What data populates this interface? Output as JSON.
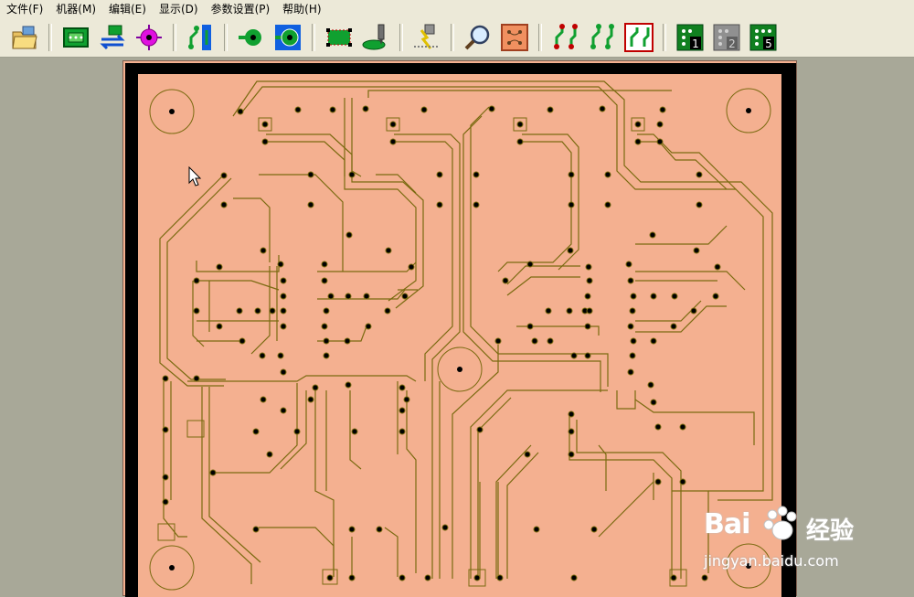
{
  "menu": {
    "items": [
      {
        "label": "文件(F)"
      },
      {
        "label": "机器(M)"
      },
      {
        "label": "编辑(E)"
      },
      {
        "label": "显示(D)"
      },
      {
        "label": "参数设置(P)"
      },
      {
        "label": "帮助(H)"
      }
    ]
  },
  "toolbar": {
    "icons": [
      "open-folder-icon",
      "pcb-board-icon",
      "swap-arrows-icon",
      "pad-target-icon",
      "trace-route-icon",
      "drill-hole-icon",
      "isolate-pad-icon",
      "board-outline-icon",
      "mill-cut-icon",
      "laser-icon",
      "zoom-icon",
      "board-view-icon",
      "layer-top-icon",
      "layer-bottom-icon",
      "layer-both-icon",
      "step-1-icon",
      "step-2-icon",
      "step-5-icon"
    ],
    "step_labels": [
      "1",
      "2",
      "5"
    ]
  },
  "colors": {
    "board": "#f4b090",
    "trace": "#7a6a10",
    "hole": "#000000",
    "frame": "#000000",
    "workspace": "#a8a898"
  },
  "watermark": {
    "brand": "Bai",
    "brand_cn": "经验",
    "url": "jingyan.baidu.com"
  }
}
